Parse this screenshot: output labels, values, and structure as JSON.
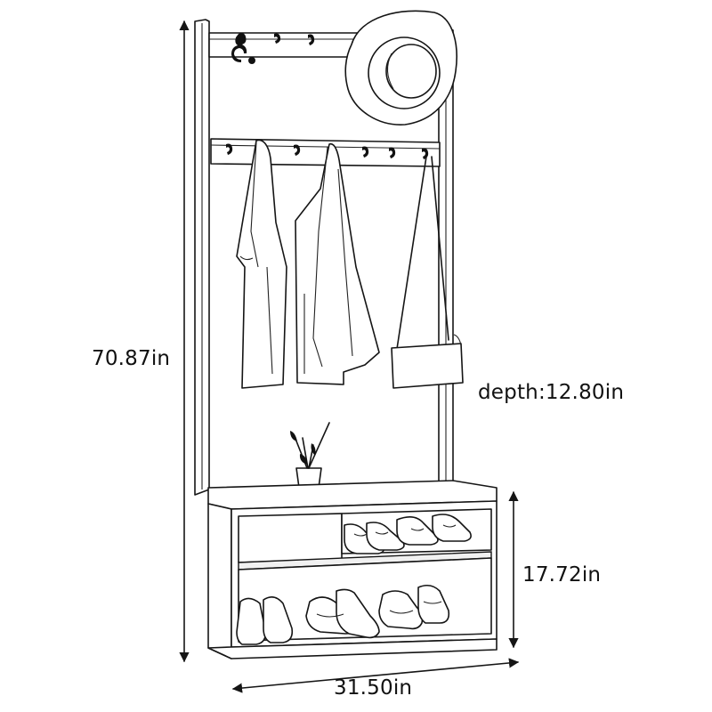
{
  "dimensions": {
    "height": "70.87in",
    "depth": "depth:12.80in",
    "bench_height": "17.72in",
    "width": "31.50in"
  },
  "colors": {
    "line": "#151515",
    "background": "#ffffff"
  }
}
